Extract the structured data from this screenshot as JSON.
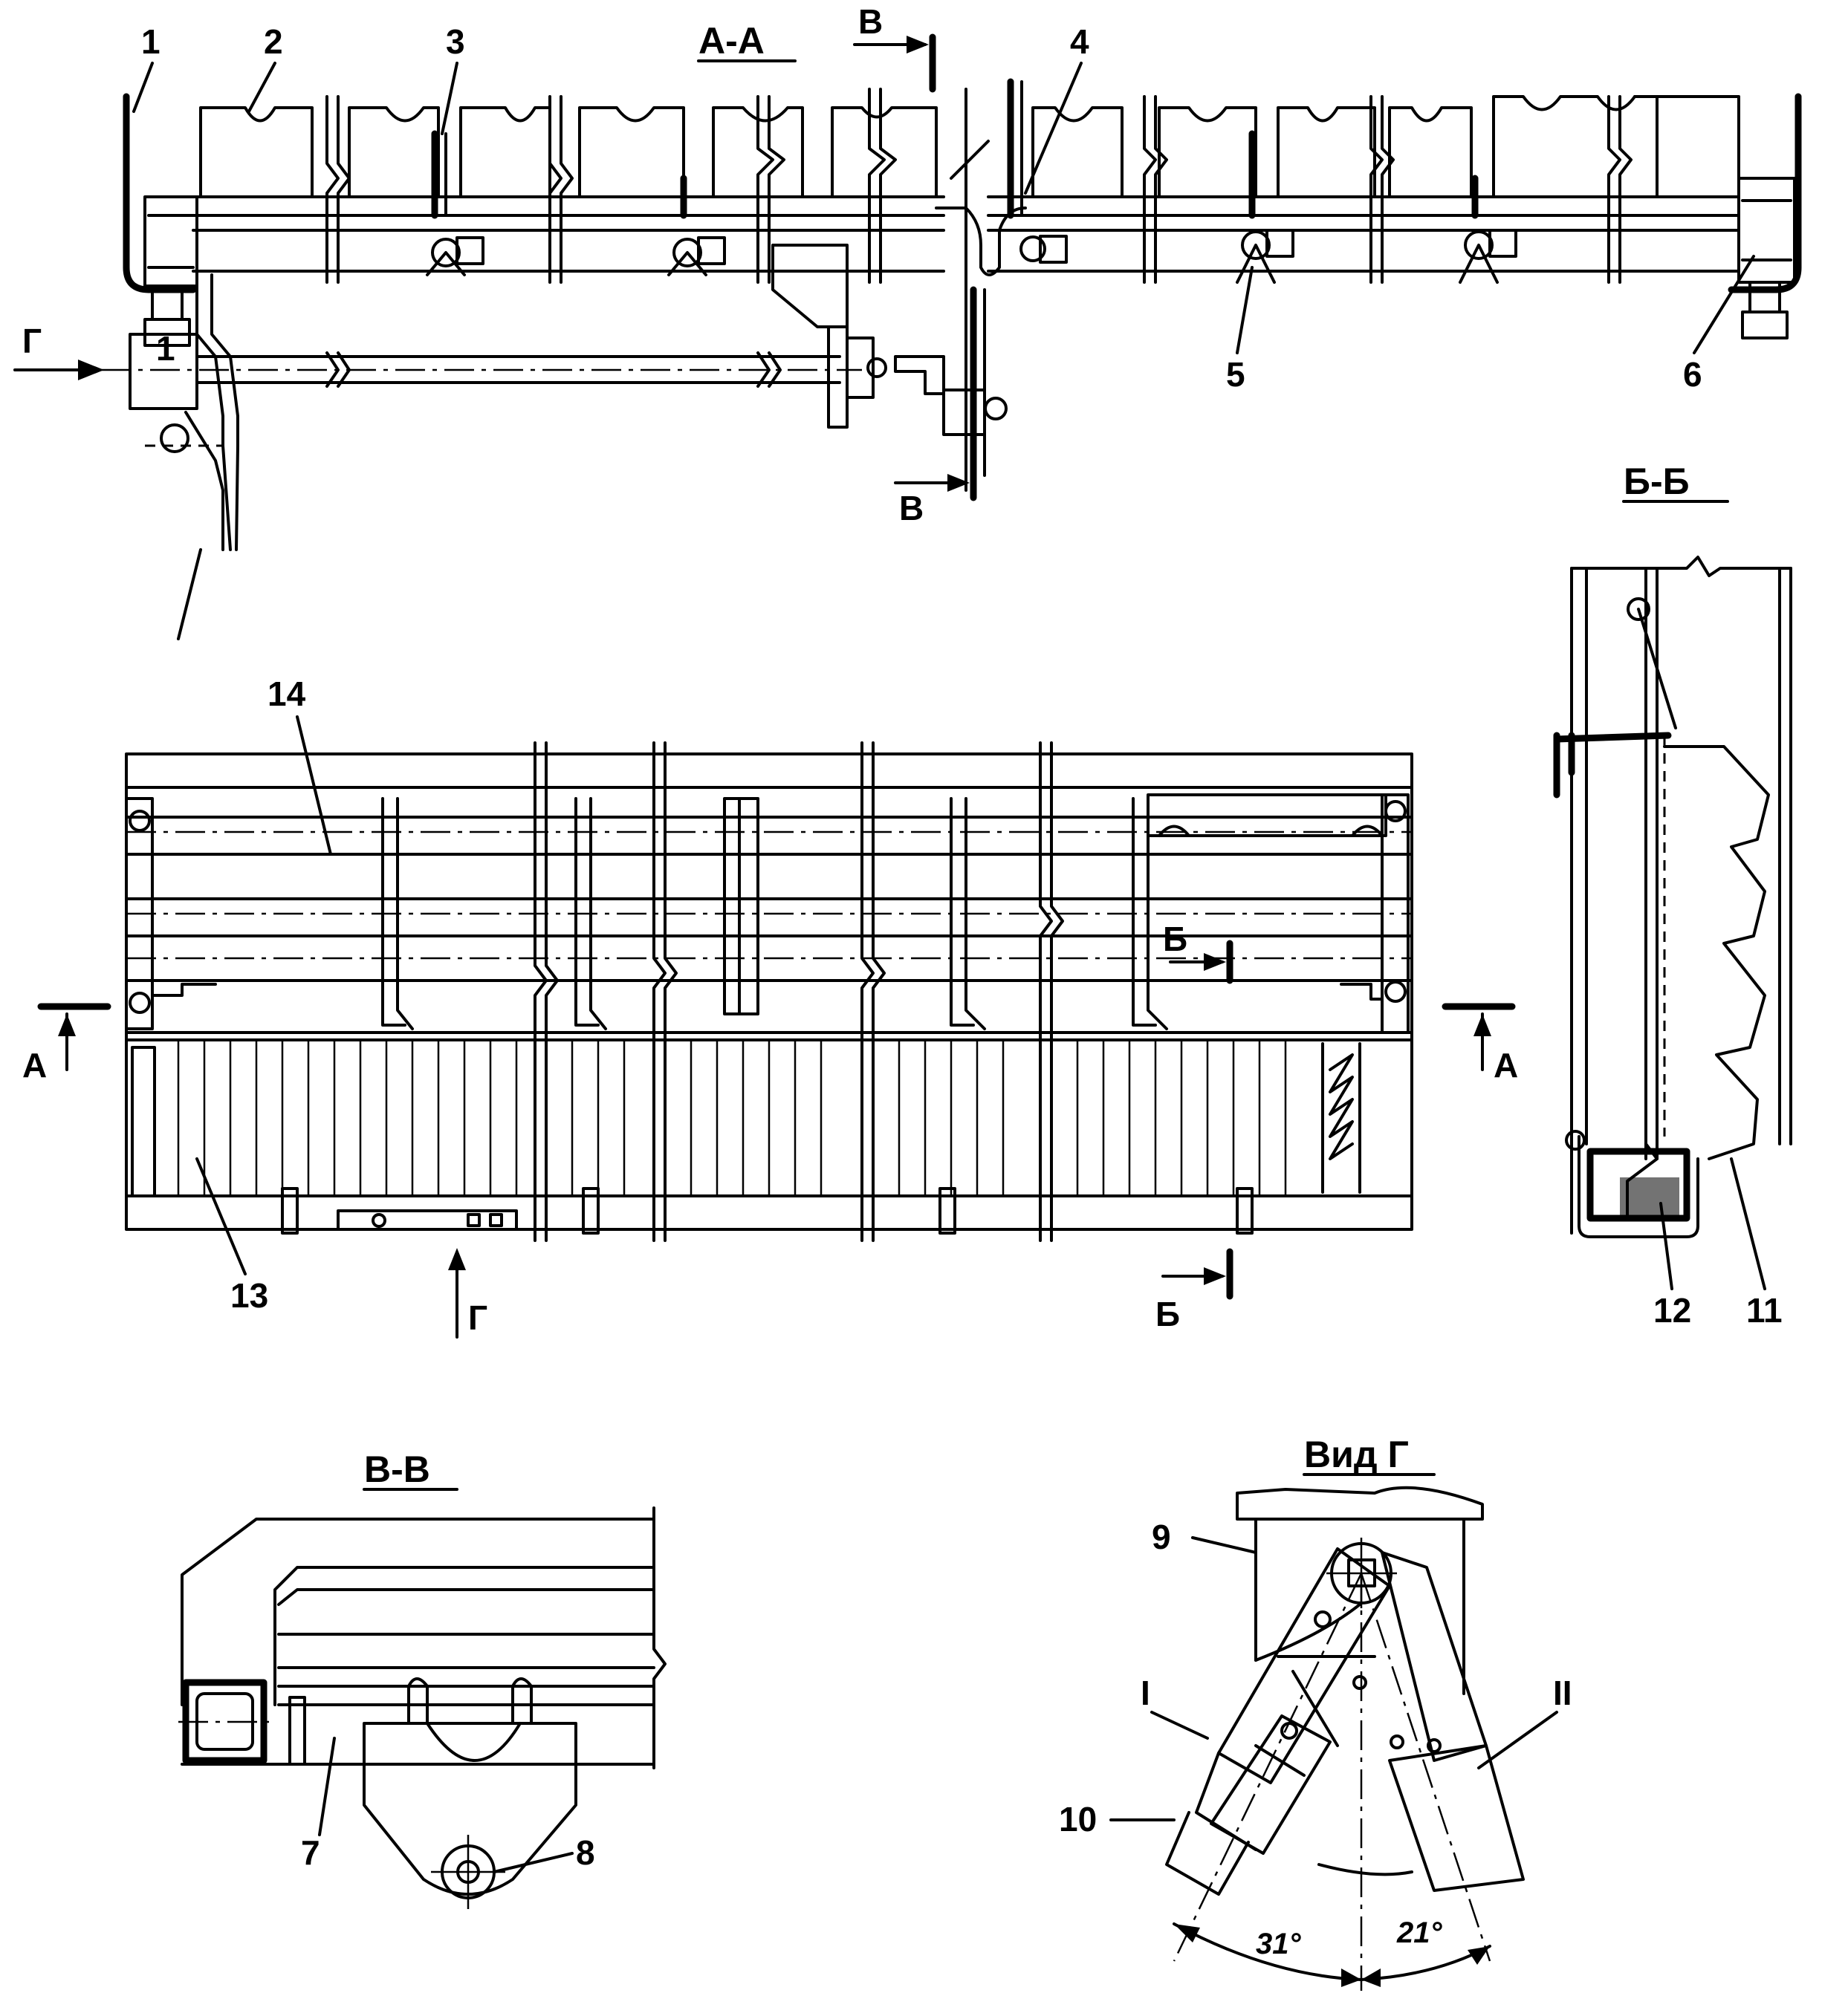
{
  "views": {
    "section_aa": "А-А",
    "section_bb": "Б-Б",
    "section_vv": "В-В",
    "view_g": "Вид Г"
  },
  "cut_marks": {
    "a": "А",
    "b": "Б",
    "v": "В",
    "g": "Г"
  },
  "callouts": [
    "1",
    "2",
    "3",
    "4",
    "5",
    "6",
    "7",
    "8",
    "9",
    "10",
    "11",
    "12",
    "13",
    "14"
  ],
  "positions": {
    "pos1": "I",
    "pos2": "II"
  },
  "angles": {
    "left": "31°",
    "right": "21°"
  }
}
